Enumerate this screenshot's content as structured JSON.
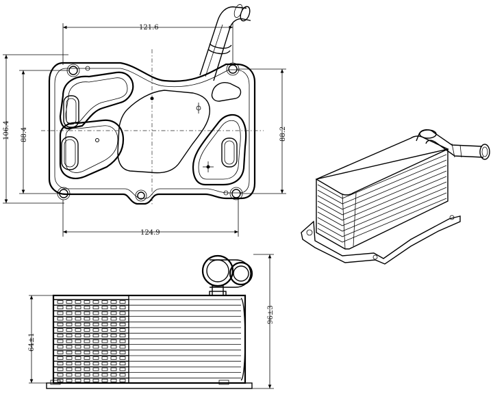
{
  "drawing": {
    "dimensions": {
      "top_width": "121.6",
      "bottom_width": "124.9",
      "left_outer_height": "106.4",
      "left_inner_height": "88.4",
      "right_height": "88.2",
      "side_height_right": "96±3",
      "side_height_left": "64±1"
    }
  }
}
